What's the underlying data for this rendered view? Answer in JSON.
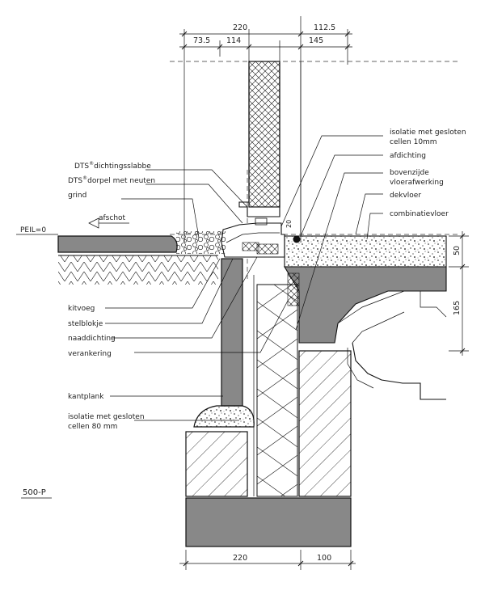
{
  "dimensions": {
    "top_total_left": "220",
    "top_total_right": "112.5",
    "top_seg_1": "73.5",
    "top_seg_2": "114",
    "top_seg_3": "145",
    "bottom_left": "220",
    "bottom_right": "100",
    "right_upper": "50",
    "right_lower": "165",
    "small_vertical": "20"
  },
  "labels_left": {
    "dts_slabbe_prefix": "DTS",
    "dts_slabbe_text": "dichtingsslabbe",
    "dts_dorpel_prefix": "DTS",
    "dts_dorpel_text": "dorpel met neuten",
    "grind": "grind",
    "afschot": "afschot",
    "peil": "PEIL=0",
    "kitvoeg": "kitvoeg",
    "stelblokje": "stelblokje",
    "naaddichting": "naaddichting",
    "verankering": "verankering",
    "kantplank": "kantplank",
    "isolatie_80_line1": "isolatie met gesloten",
    "isolatie_80_line2": "cellen 80 mm"
  },
  "labels_right": {
    "isolatie_10_line1": "isolatie met gesloten",
    "isolatie_10_line2": "cellen 10mm",
    "afdichting": "afdichting",
    "bovenzijde_line1": "bovenzijde",
    "bovenzijde_line2": "vloerafwerking",
    "dekvloer": "dekvloer",
    "combinatievloer": "combinatievloer"
  },
  "registered_mark": "®",
  "drawing_code": "500-P"
}
